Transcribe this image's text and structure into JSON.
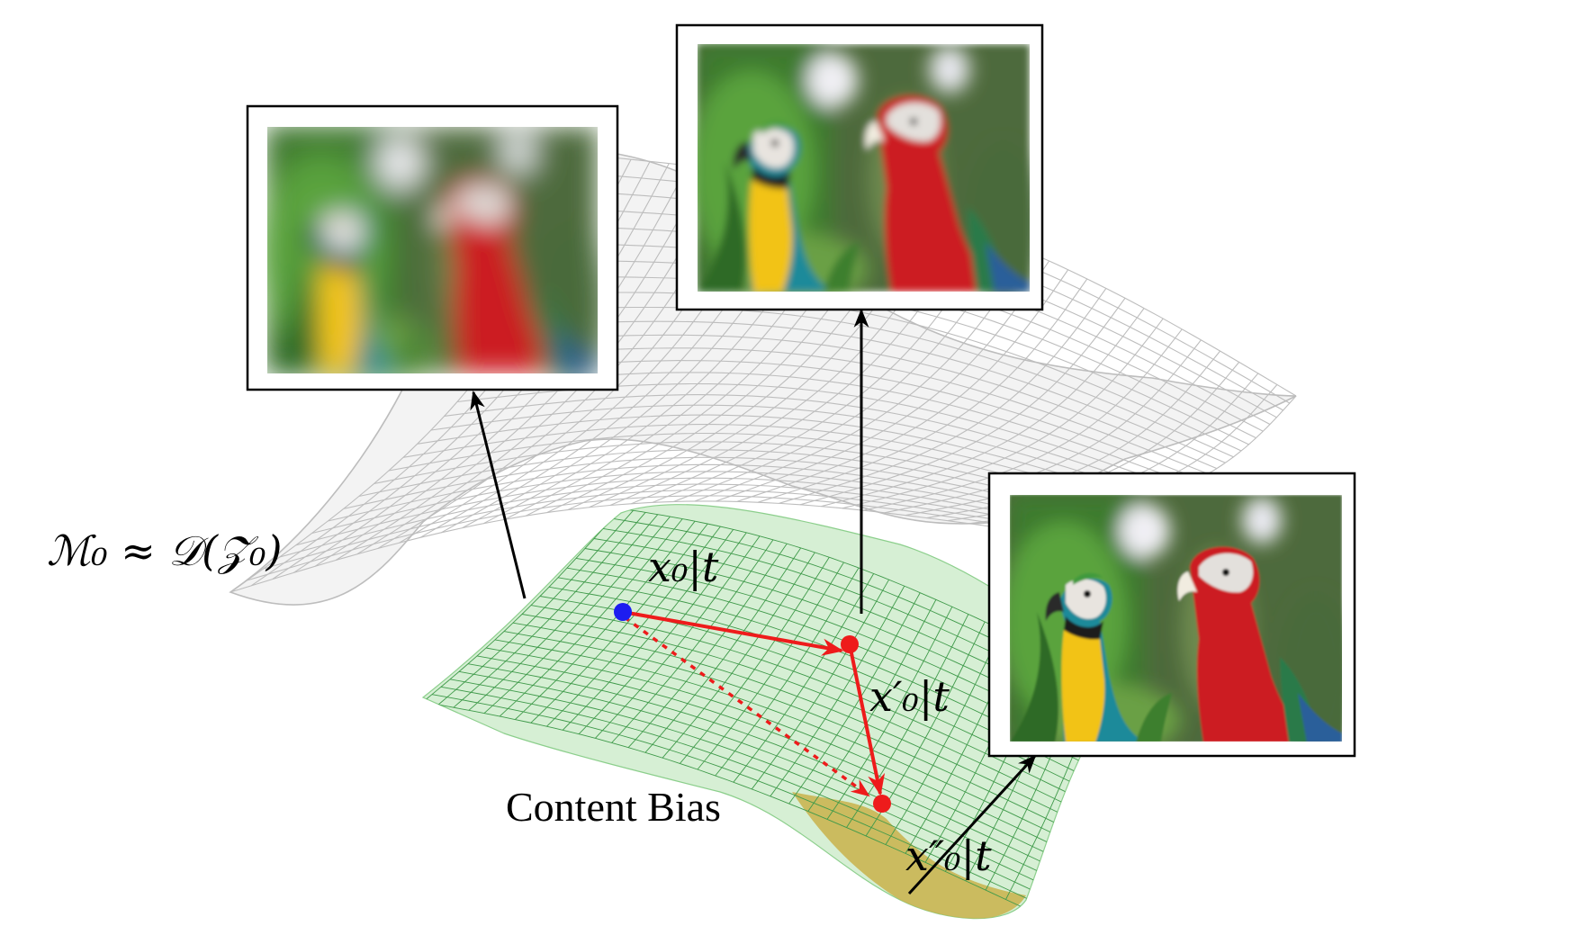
{
  "labels": {
    "manifold": "ℳ₀ ≈ 𝒟(𝒵₀)",
    "x0": "x₀|t",
    "x0p": "x′₀|t",
    "x0pp": "x″₀|t",
    "content_bias": "Content Bias"
  },
  "images": {
    "blurry": "blurry parrots photo",
    "medium": "slightly blurry parrots photo",
    "sharp": "sharp parrots photo"
  },
  "colors": {
    "grid_gray": "#bdbdbd",
    "grid_green": "#3f9a4a",
    "green_fill": "#cfeccd",
    "bias_fill": "#c9b24a",
    "red": "#ee1b1b",
    "blue": "#1d1df0"
  }
}
